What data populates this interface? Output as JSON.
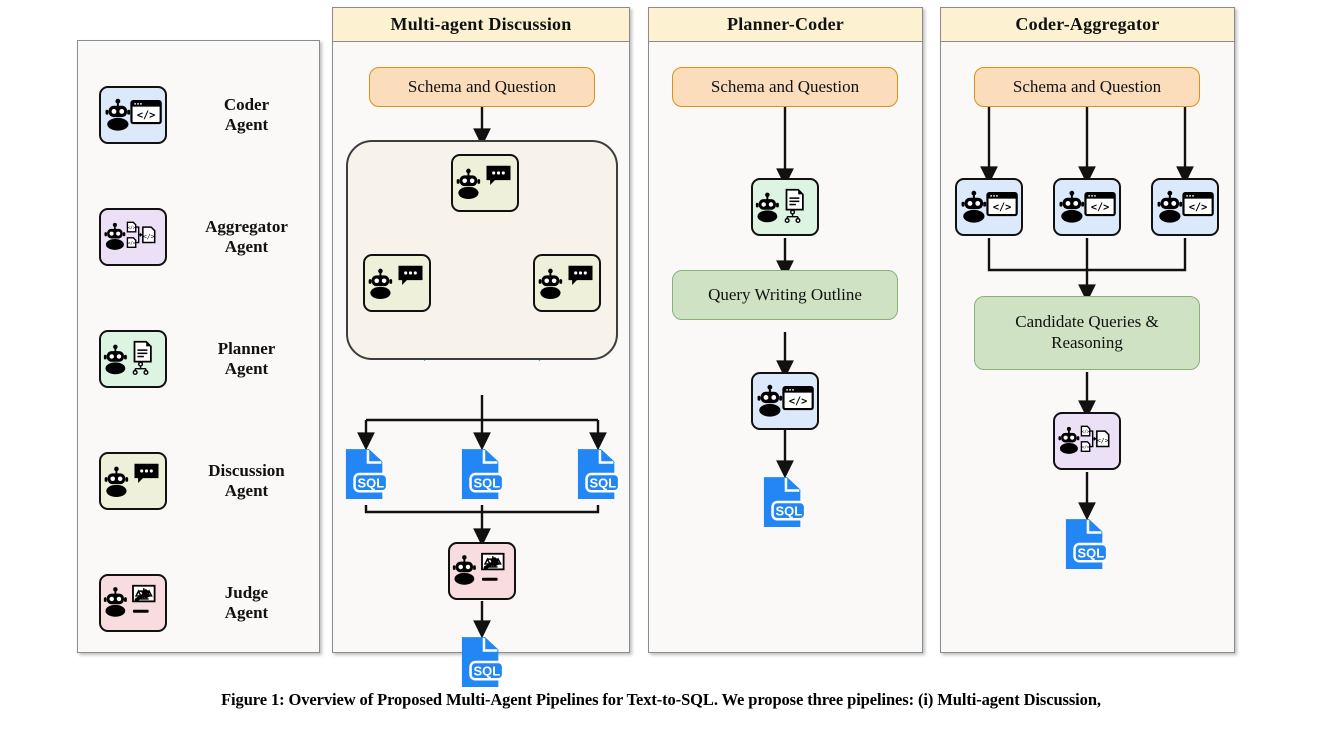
{
  "figure": {
    "caption": "Figure 1: Overview of Proposed Multi-Agent Pipelines for Text-to-SQL. We propose three pipelines: (i) Multi-agent Discussion,"
  },
  "colors": {
    "header_band": "#fcf2d2",
    "panel_bg": "#faf9f7",
    "panel_border": "#8b8b8b",
    "schema_box_fill": "#fbdcbb",
    "schema_box_border": "#d69317",
    "green_box_fill": "#cfe3c4",
    "green_box_border": "#8ab07a",
    "loop_fill": "#f7f3ea",
    "loop_border": "#3d3d3d",
    "discussion_arrow": "#1f7fe0",
    "sql_icon": "#2287f5",
    "coder_tile": "#dbe9fb",
    "aggregator_tile": "#ece0f7",
    "planner_tile": "#ddf4e2",
    "discussion_tile": "#eef0da",
    "judge_tile": "#f8dcdf"
  },
  "legend": {
    "name": "agent-legend",
    "items": [
      {
        "icon": "coder-agent-icon",
        "kind": "coder",
        "label": "Coder\nAgent"
      },
      {
        "icon": "aggregator-agent-icon",
        "kind": "aggregator",
        "label": "Aggregator\nAgent"
      },
      {
        "icon": "planner-agent-icon",
        "kind": "planner",
        "label": "Planner\nAgent"
      },
      {
        "icon": "discussion-agent-icon",
        "kind": "discussion",
        "label": "Discussion\nAgent"
      },
      {
        "icon": "judge-agent-icon",
        "kind": "judge",
        "label": "Judge\nAgent"
      }
    ]
  },
  "pipelines": [
    {
      "id": "multi-agent-discussion",
      "title": "Multi-agent Discussion",
      "input_box": "Schema and Question",
      "loop_agents": [
        "Discussion Agent",
        "Discussion Agent",
        "Discussion Agent"
      ],
      "outputs": [
        "SQL",
        "SQL",
        "SQL"
      ],
      "judge": "Judge Agent",
      "final_output": "SQL"
    },
    {
      "id": "planner-coder",
      "title": "Planner-Coder",
      "input_box": "Schema and Question",
      "planner": "Planner Agent",
      "intermediate_box": "Query Writing Outline",
      "coder": "Coder Agent",
      "final_output": "SQL"
    },
    {
      "id": "coder-aggregator",
      "title": "Coder-Aggregator",
      "input_box": "Schema and Question",
      "coders": [
        "Coder Agent",
        "Coder Agent",
        "Coder Agent"
      ],
      "intermediate_box": "Candidate Queries & Reasoning",
      "aggregator": "Aggregator Agent",
      "final_output": "SQL"
    }
  ],
  "sql_label": "SQL"
}
